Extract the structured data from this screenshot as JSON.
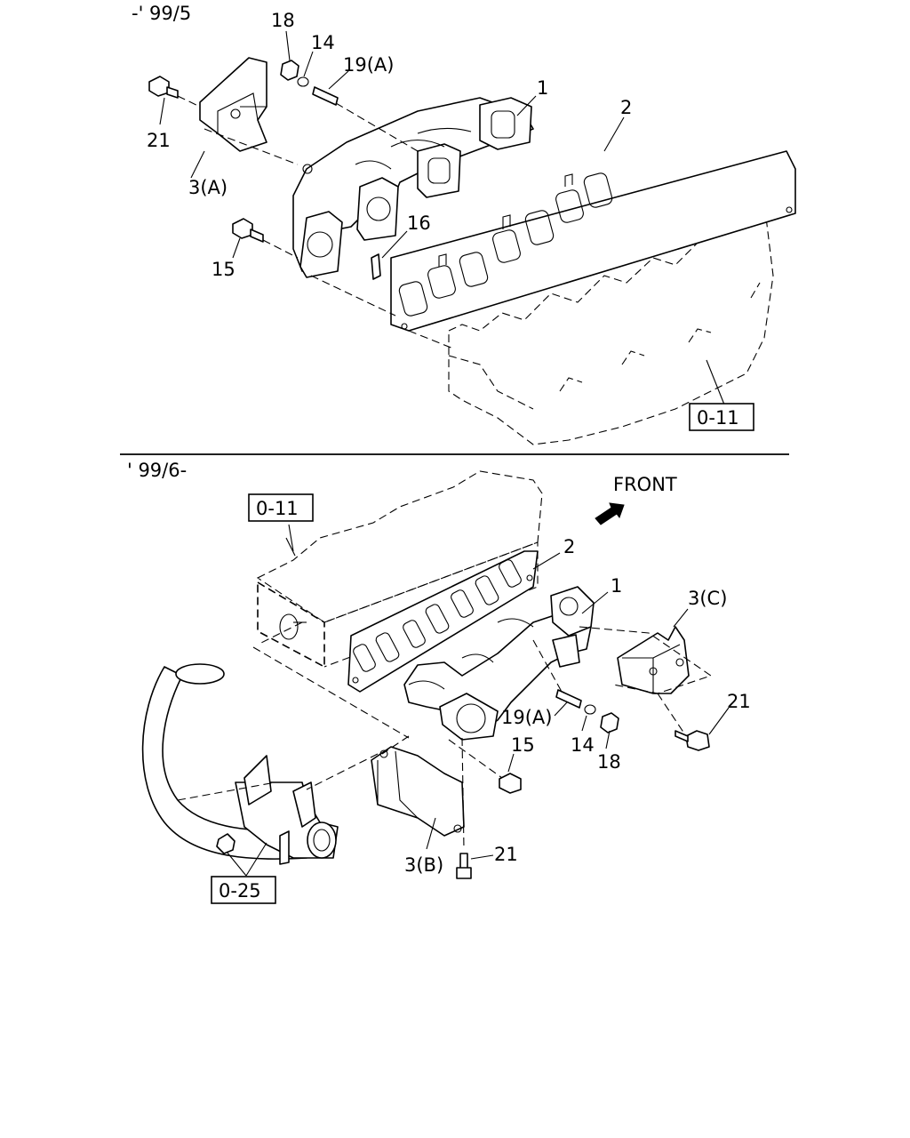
{
  "section_top": {
    "period": "-' 99/5",
    "callouts": {
      "p18": "18",
      "p14": "14",
      "p19a": "19(A)",
      "p1": "1",
      "p2": "2",
      "p21": "21",
      "p3a": "3(A)",
      "p16": "16",
      "p15": "15"
    },
    "ref_box": "0-11"
  },
  "section_bottom": {
    "period": "' 99/6-",
    "front_label": "FRONT",
    "ref_box_engine": "0-11",
    "ref_box_pipe": "0-25",
    "callouts": {
      "p2": "2",
      "p1": "1",
      "p3c": "3(C)",
      "p21_right": "21",
      "p19a": "19(A)",
      "p14": "14",
      "p18": "18",
      "p15": "15",
      "p21_bottom": "21",
      "p3b": "3(B)"
    }
  },
  "icons": {
    "front_arrow": "arrow-icon"
  }
}
